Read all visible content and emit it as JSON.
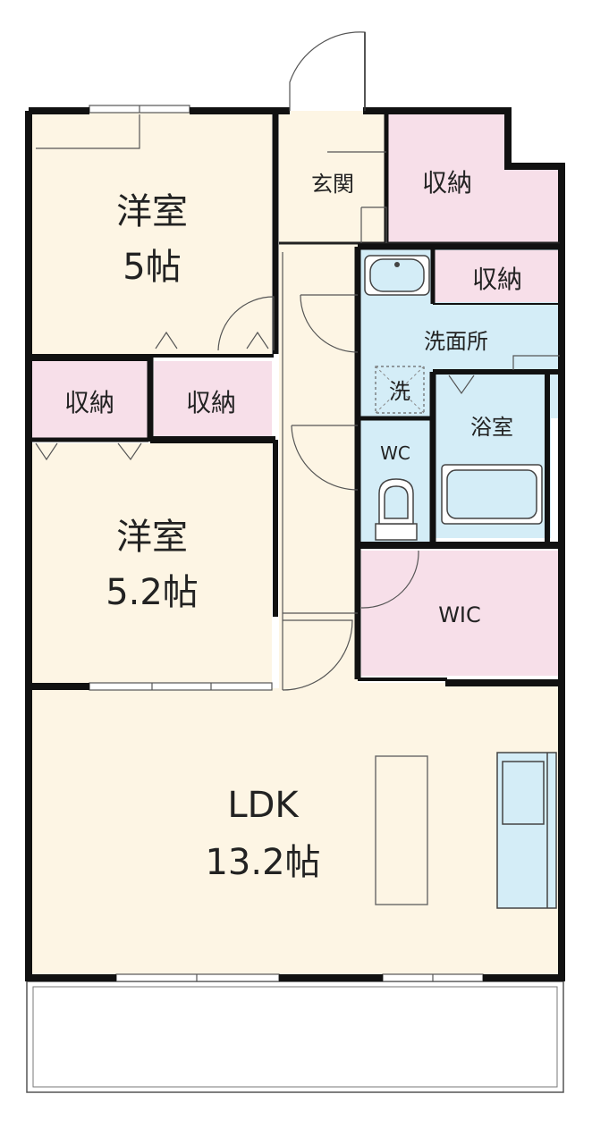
{
  "colors": {
    "room": "#fdf5e4",
    "storage": "#f7dfe9",
    "wet": "#d4edf7",
    "wall": "#111111",
    "balcony": "#ffffff"
  },
  "rooms": {
    "bedroom1": {
      "name": "洋室",
      "size": "5帖"
    },
    "entrance": {
      "name": "玄関"
    },
    "storage_entrance": {
      "name": "収納"
    },
    "storage_washroom": {
      "name": "収納"
    },
    "washroom": {
      "name": "洗面所"
    },
    "washer": {
      "name": "洗"
    },
    "storage_left": {
      "name": "収納"
    },
    "storage_mid": {
      "name": "収納"
    },
    "bath": {
      "name": "浴室"
    },
    "wc": {
      "name": "WC"
    },
    "bedroom2": {
      "name": "洋室",
      "size": "5.2帖"
    },
    "wic": {
      "name": "WIC"
    },
    "ldk": {
      "name": "LDK",
      "size": "13.2帖"
    }
  },
  "icons": {
    "doors": "door-swing-icon",
    "washbasin": "washbasin-icon",
    "toilet": "toilet-icon",
    "bathtub": "bathtub-icon",
    "kitchen": "kitchen-counter-icon",
    "windows": "window-icon"
  }
}
